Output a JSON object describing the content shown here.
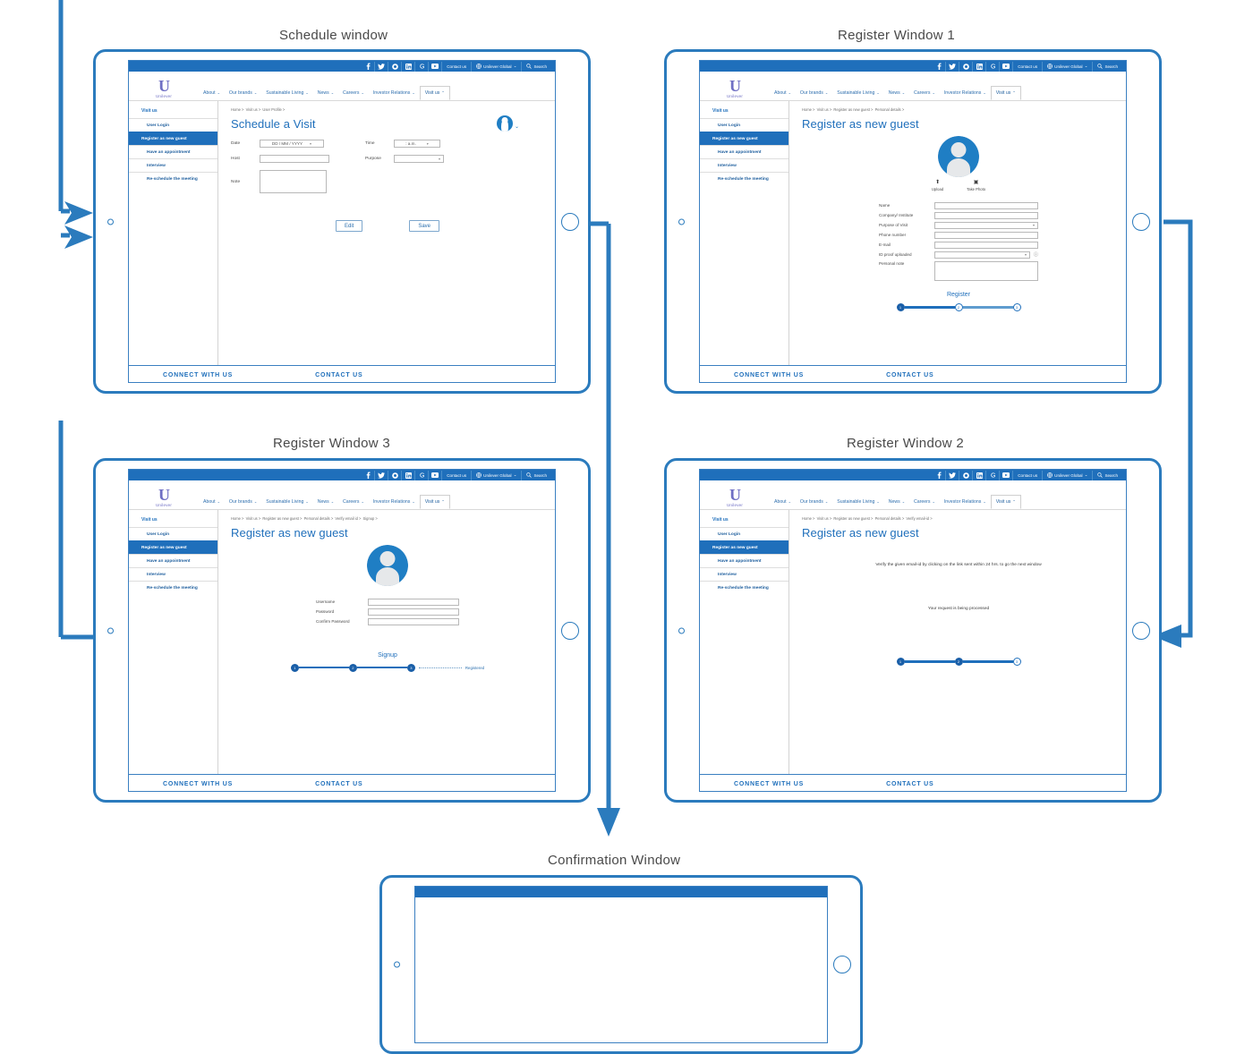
{
  "frames": [
    {
      "id": "schedule",
      "title": "Schedule window"
    },
    {
      "id": "reg1",
      "title": "Register Window 1"
    },
    {
      "id": "reg3",
      "title": "Register Window 3"
    },
    {
      "id": "reg2",
      "title": "Register Window 2"
    },
    {
      "id": "confirm",
      "title": "Confirmation Window"
    }
  ],
  "site": {
    "topbar": {
      "socials": [
        "facebook-icon",
        "twitter-icon",
        "instagram-icon",
        "linkedin-icon",
        "glassdoor-icon",
        "youtube-icon"
      ],
      "contact_label": "Contact us",
      "region_label": "Unilever Global",
      "region_caret": "⌄",
      "search_label": "Search"
    },
    "logo": {
      "mark": "U",
      "word": "Unilever"
    },
    "nav": [
      {
        "label": "About",
        "caret": "⌄",
        "active": false
      },
      {
        "label": "Our brands",
        "caret": "⌄",
        "active": false
      },
      {
        "label": "Sustainable Living",
        "caret": "⌄",
        "active": false
      },
      {
        "label": "News",
        "caret": "⌄",
        "active": false
      },
      {
        "label": "Careers",
        "caret": "⌄",
        "active": false
      },
      {
        "label": "Investor Relations",
        "caret": "⌄",
        "active": false
      },
      {
        "label": "Visit us",
        "caret": "⌃",
        "active": true
      }
    ],
    "sidebar": {
      "heading": "Visit us",
      "items": [
        {
          "label": "User Login",
          "selected": false
        },
        {
          "label": "Register as new guest",
          "selected": true
        },
        {
          "label": "Have an appointment",
          "selected": false
        },
        {
          "label": "Interview",
          "selected": false
        },
        {
          "label": "Re-schedule the meeting",
          "selected": false
        }
      ]
    },
    "footer": {
      "connect": "CONNECT WITH US",
      "contact": "CONTACT US"
    }
  },
  "schedule": {
    "breadcrumb": [
      "Home  >",
      "Visit us  >",
      "User Profile  >"
    ],
    "title": "Schedule a Visit",
    "fields": {
      "date_label": "Date",
      "date_value": "DD  /  MM  /  YYYY",
      "time_label": "Time",
      "time_value": ":        a.m.",
      "host_label": "Host",
      "host_value": "",
      "purpose_label": "Purpose",
      "purpose_value": "",
      "note_label": "Note",
      "note_value": ""
    },
    "buttons": {
      "edit": "Edit",
      "save": "Save"
    }
  },
  "reg1": {
    "breadcrumb": [
      "Home  >",
      "Visit us  >",
      "Register as new guest  >",
      "Personal details  >"
    ],
    "title": "Register as new guest",
    "photo": {
      "upload_label": "Upload",
      "upload_icon": "upload-icon",
      "take_label": "Take Photo",
      "take_icon": "camera-icon"
    },
    "fields": [
      {
        "label": "Name",
        "type": "text",
        "value": ""
      },
      {
        "label": "Company/ Institute",
        "type": "text",
        "value": ""
      },
      {
        "label": "Purpose of Visit",
        "type": "select",
        "value": ""
      },
      {
        "label": "Phone number",
        "type": "text",
        "value": ""
      },
      {
        "label": "E-mail",
        "type": "text",
        "value": ""
      },
      {
        "label": "ID proof uploaded",
        "type": "select",
        "value": "",
        "info": "ⓘ"
      },
      {
        "label": "Personal note",
        "type": "textarea",
        "value": ""
      }
    ],
    "stepper": {
      "title": "Register",
      "steps": [
        "1",
        "2",
        "3"
      ],
      "current": 1
    }
  },
  "reg2": {
    "breadcrumb": [
      "Home  >",
      "Visit us  >",
      "Register as new guest  >",
      "Personal details  >",
      "Verify email-id  >"
    ],
    "title": "Register as new guest",
    "verify_message": "Verify the given email-id by clicking on the link sent within 24 hrs. to go the next window",
    "processing_message": "Your request is being processed",
    "stepper": {
      "title": "",
      "steps": [
        "1",
        "2",
        "3"
      ],
      "current": 2
    }
  },
  "reg3": {
    "breadcrumb": [
      "Home  >",
      "Visit us  >",
      "Register as new guest  >",
      "Personal details  >",
      "Verify email id  >",
      "Signup  >"
    ],
    "title": "Register as new guest",
    "fields": [
      {
        "label": "Username",
        "value": ""
      },
      {
        "label": "Password",
        "value": ""
      },
      {
        "label": "Confirm Password",
        "value": ""
      }
    ],
    "stepper": {
      "title": "Signup",
      "steps": [
        "1",
        "2",
        "3"
      ],
      "current": 3,
      "done_label": "Registered"
    }
  },
  "colors": {
    "brand_blue": "#1f6fbb",
    "frame_blue": "#2b7bbd",
    "accent_dark": "#1a5fa8",
    "logo_purple": "#6f6fc4"
  }
}
